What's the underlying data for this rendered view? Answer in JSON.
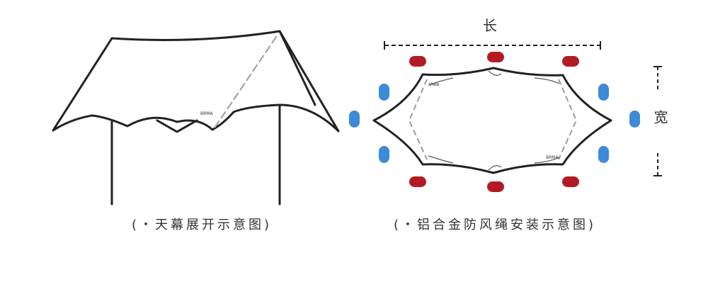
{
  "diagrams": {
    "left": {
      "caption": "(・天幕展开示意图)",
      "brand_mark": "BRMA"
    },
    "right": {
      "caption": "(・铝合金防风绳安装示意图)",
      "length_label": "长",
      "width_label": "宽",
      "brand_mark_top": "Vɴᴇʙ",
      "brand_mark_bottom": "BRMA"
    }
  },
  "colors": {
    "line": "#222222",
    "dash": "#9a9a9a",
    "red_peg": "#b31b24",
    "blue_peg": "#3d8ad8"
  },
  "icons": [
    "red-stake-icon",
    "blue-stake-icon"
  ]
}
